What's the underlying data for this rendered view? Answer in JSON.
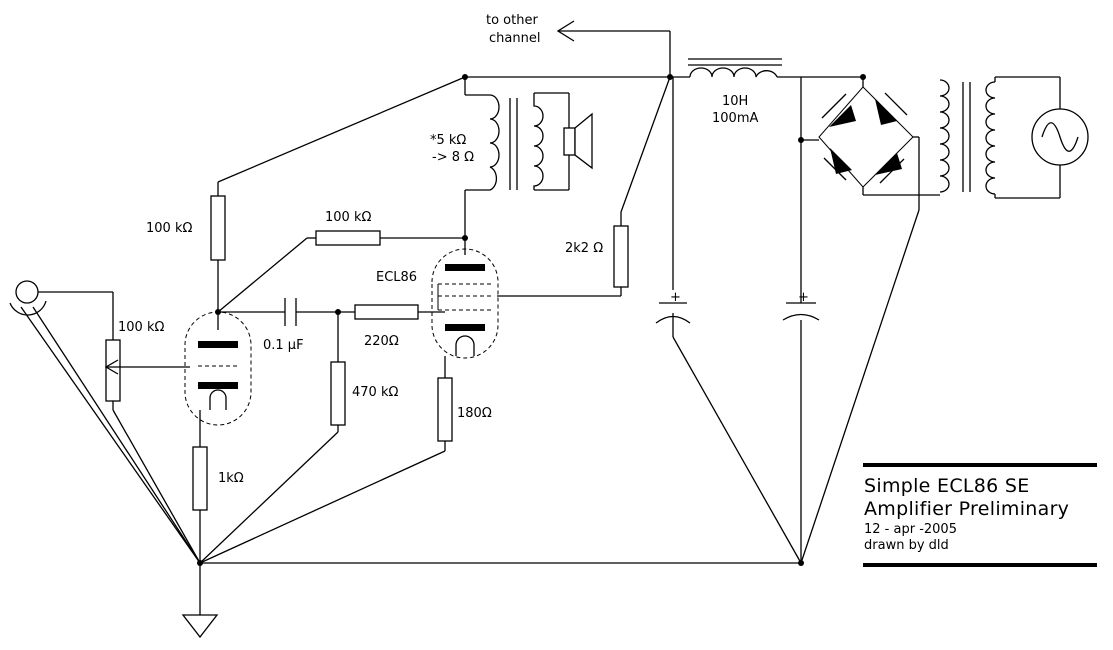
{
  "labels": {
    "to_other": "to other",
    "channel": "channel",
    "choke_value": "10H",
    "choke_current": "100mA",
    "ot_ratio_1": "*5 kΩ",
    "ot_ratio_2": "-> 8 Ω",
    "r_grid": "100 kΩ",
    "r_feedback": "100 kΩ",
    "r_2k2": "2k2 Ω",
    "tube": "ECL86",
    "r_pot": "100 kΩ",
    "c_coupling": "0.1 µF",
    "r_220": "220Ω",
    "r_470k": "470 kΩ",
    "r_180": "180Ω",
    "r_1k": "1kΩ"
  },
  "plus": "+",
  "title_block": {
    "line1": "Simple ECL86 SE",
    "line2": "Amplifier Preliminary",
    "date": "12 - apr -2005",
    "author": "drawn by dld"
  }
}
